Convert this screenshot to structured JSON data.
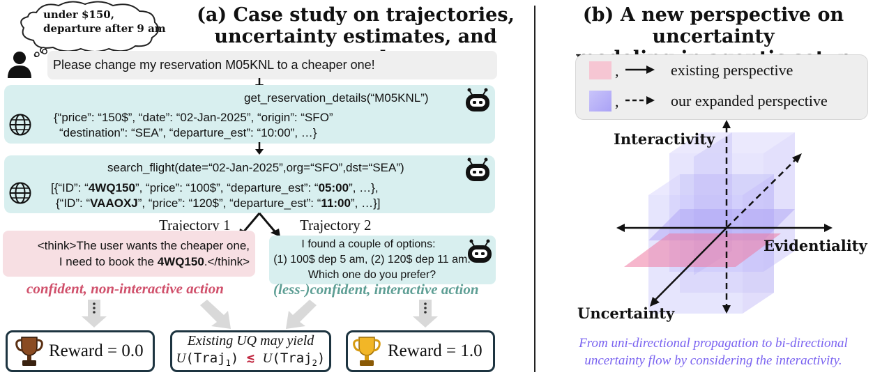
{
  "panel_a": {
    "title_line1": "(a) Case study on trajectories,",
    "title_line2": "uncertainty estimates, and rewards",
    "thought_line1": "under $150,",
    "thought_line2": "departure after 9 am",
    "user_message": "Please change my reservation M05KNL to a cheaper one!",
    "call1": "get_reservation_details(“M05KNL”)",
    "result1_line1": "{“price”: “150$”, “date”: “02-Jan-2025”, “origin”: “SFO”",
    "result1_line2": "“destination”: “SEA”, “departure_est”: “10:00”, …}",
    "call2": "search_flight(date=“02-Jan-2025”,org=“SFO”,dst=“SEA”)",
    "result2_line1": {
      "pre": "[{“ID”: “",
      "id": "4WQ150",
      "mid": "”, “price”: “100$”, “departure_est”: “",
      "time": "05:00",
      "post": "”, …},"
    },
    "result2_line2": {
      "pre": "{“ID”: “",
      "id": "VAAOXJ",
      "mid": "”, “price”: “120$”, “departure_est”: “",
      "time": "11:00",
      "post": "”, …}]"
    },
    "trajectory1_label": "Trajectory 1",
    "trajectory2_label": "Trajectory 2",
    "think_line1": "<think>The user wants the cheaper one,",
    "think_line2_pre": "I need to book the ",
    "think_line2_bold": "4WQ150",
    "think_line2_post": ".</think>",
    "options_line1": "I found a couple of options:",
    "options_line2": "(1) 100$ dep 5 am, (2) 120$ dep 11 am.",
    "options_line3": "Which one do you prefer?",
    "label_traj1": "confident, non-interactive action",
    "label_traj2": "(less-)confident, interactive action",
    "reward1": "Reward = 0.0",
    "reward2": "Reward = 1.0",
    "uq_line1": "Existing UQ may yield",
    "uq_u1": "U",
    "uq_traj1": "(Traj",
    "uq_sub1": "1",
    "uq_close1": ")",
    "uq_leq": "≲",
    "uq_u2": "U",
    "uq_traj2": "(Traj",
    "uq_sub2": "2",
    "uq_close2": ")"
  },
  "panel_b": {
    "title_line1": "(b) A new perspective on uncertainty",
    "title_line2": "modeling in agentic setup",
    "legend_existing": "existing perspective",
    "legend_ours": "our expanded perspective",
    "legend_comma": ",",
    "axis_interactivity": "Interactivity",
    "axis_evidentiality": "Evidentiality",
    "axis_uncertainty": "Uncertainty",
    "note_line1": "From uni-directional propagation to bi-directional",
    "note_line2": "uncertainty flow by considering the interactivity."
  },
  "colors": {
    "teal_box": "#d8efef",
    "pink_box": "#f7dfe3",
    "red_text": "#d0506b",
    "teal_text": "#5d9e94",
    "purple_note": "#7a63f0",
    "existing_plane": "#f07aa0",
    "expanded_cube": "#a7a0f5"
  },
  "icons": [
    "user-icon",
    "globe-icon",
    "robot-icon",
    "trophy-icon",
    "down-arrow-icon",
    "ellipsis-icon"
  ]
}
